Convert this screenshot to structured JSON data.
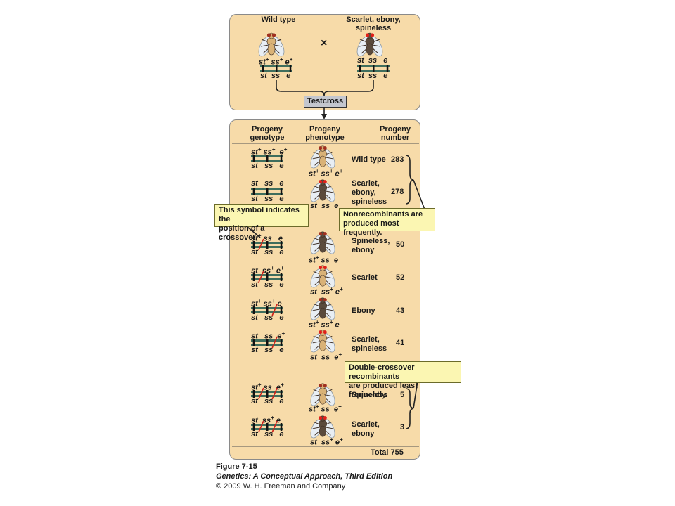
{
  "parents": {
    "left_label": "Wild type",
    "right_label": "Scarlet, ebony, spineless",
    "cross_symbol": "×",
    "testcross_label": "Testcross",
    "left_top": [
      "st",
      "ss",
      "e"
    ],
    "left_top_sup": [
      "+",
      "+",
      "+"
    ],
    "left_bottom": [
      "st",
      "ss",
      "e"
    ],
    "right_top": [
      "st",
      "ss",
      "e"
    ],
    "right_bottom": [
      "st",
      "ss",
      "e"
    ]
  },
  "headers": {
    "genotype_1": "Progeny",
    "genotype_2": "genotype",
    "phenotype_1": "Progeny",
    "phenotype_2": "phenotype",
    "number_1": "Progeny",
    "number_2": "number"
  },
  "rows": [
    {
      "phenotype": [
        "Wild type"
      ],
      "number": "283",
      "fly_color": "#d9b277",
      "eye": "#a03020"
    },
    {
      "phenotype": [
        "Scarlet,",
        "ebony,",
        "spineless"
      ],
      "number": "278",
      "fly_color": "#5a4a3c",
      "eye": "#e0201a"
    },
    {
      "phenotype": [
        "Spineless,",
        "ebony"
      ],
      "number": "50",
      "fly_color": "#5a4a3c",
      "eye": "#a03020"
    },
    {
      "phenotype": [
        "Scarlet"
      ],
      "number": "52",
      "fly_color": "#d9b277",
      "eye": "#e0201a"
    },
    {
      "phenotype": [
        "Ebony"
      ],
      "number": "43",
      "fly_color": "#5a4a3c",
      "eye": "#a03020"
    },
    {
      "phenotype": [
        "Scarlet,",
        "spineless"
      ],
      "number": "41",
      "fly_color": "#d9b277",
      "eye": "#e0201a"
    },
    {
      "phenotype": [
        "Spineless"
      ],
      "number": "5",
      "fly_color": "#d9b277",
      "eye": "#a03020"
    },
    {
      "phenotype": [
        "Scarlet,",
        "ebony"
      ],
      "number": "3",
      "fly_color": "#5a4a3c",
      "eye": "#e0201a"
    }
  ],
  "total": "Total 755",
  "callouts": {
    "crossover": [
      "This symbol indicates the",
      "position of a crossover."
    ],
    "nonrecombinants": [
      "Nonrecombinants are",
      "produced most frequently."
    ],
    "double": [
      "Double-crossover recombinants",
      "are produced least frequently."
    ]
  },
  "caption": {
    "figure": "Figure 7-15",
    "book": "Genetics: A Conceptual Approach, Third Edition",
    "copyright": "© 2009 W. H. Freeman and Company"
  },
  "colors": {
    "panel": "#f7dba9",
    "chromosome": "#3f6e5d",
    "callout": "#fbf6b2",
    "crossover_mark": "#d0201a"
  }
}
